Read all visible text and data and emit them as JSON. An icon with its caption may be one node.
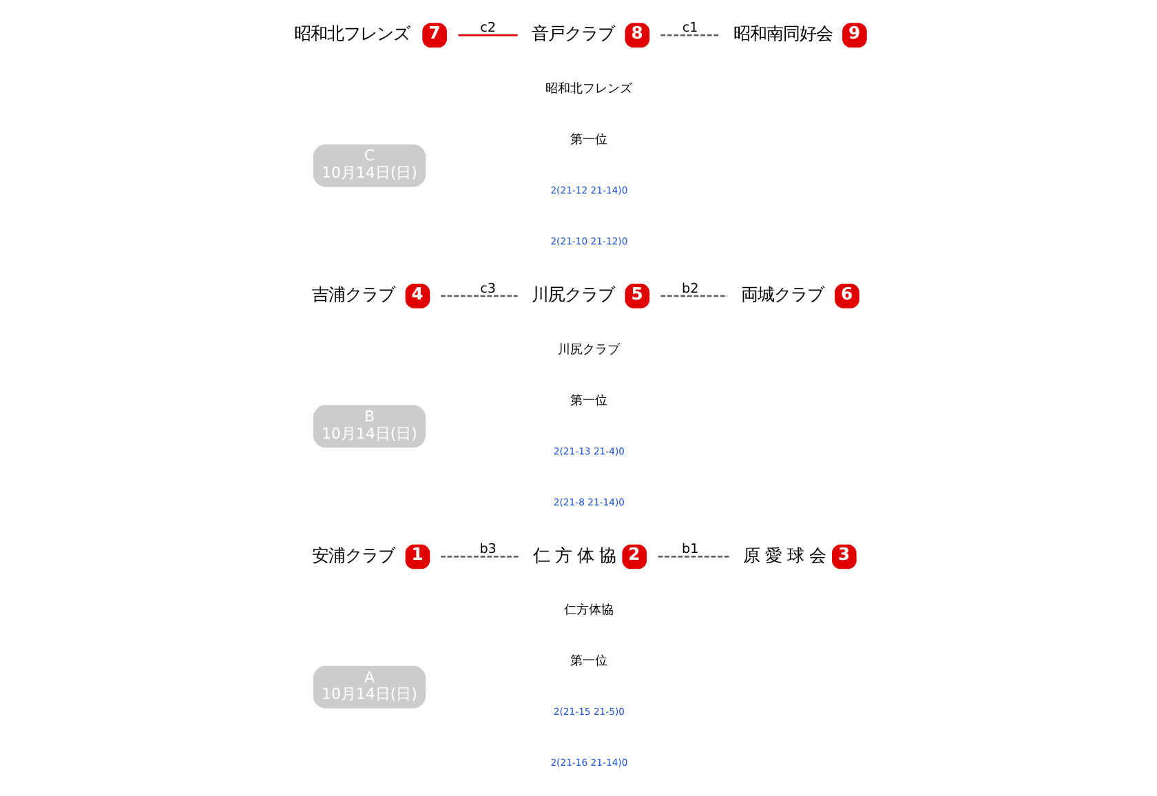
{
  "diagram": {
    "nodes": [
      {
        "text": [
          "A",
          "10月14日(日)"
        ]
      },
      {
        "text": [
          "1"
        ],
        "beside": [
          "安浦クラブ"
        ]
      },
      {
        "text": [
          "2"
        ],
        "beside": [
          "仁 方 体 協"
        ]
      },
      {
        "text": [
          "3"
        ],
        "beside": [
          "原 愛 球 会"
        ]
      },
      {
        "text": [
          "B",
          "10月14日(日)"
        ]
      },
      {
        "text": [
          "4"
        ],
        "beside": [
          "吉浦クラブ"
        ]
      },
      {
        "text": [
          "5"
        ],
        "beside": [
          "川尻クラブ"
        ]
      },
      {
        "text": [
          "6"
        ],
        "beside": [
          "両城クラブ"
        ]
      },
      {
        "text": [
          "C",
          "10月14日(日)"
        ]
      },
      {
        "text": [
          "7"
        ],
        "beside": [
          "昭和北フレンズ"
        ]
      },
      {
        "text": [
          "8"
        ],
        "beside": [
          "音戸クラブ"
        ]
      },
      {
        "text": [
          "9"
        ],
        "beside": [
          "昭和南同好会"
        ]
      }
    ],
    "edges": [
      {
        "from": 2,
        "to": 3,
        "arrow": "none",
        "label": "b1",
        "style": "dashed"
      },
      {
        "from": 1,
        "to": 2,
        "arrow": "none",
        "label": "b3",
        "style": "dashed"
      },
      {
        "from": 6,
        "to": 7,
        "arrow": "none",
        "label": "b2",
        "style": "dashed"
      },
      {
        "from": 5,
        "to": 6,
        "arrow": "none",
        "label": "c3",
        "style": "dashed"
      },
      {
        "from": 10,
        "to": 11,
        "arrow": "none",
        "label": "c1",
        "style": "dashed"
      },
      {
        "from": 9,
        "to": 10,
        "arrow": "none",
        "label": "c2",
        "color": "#e00000"
      }
    ],
    "labels": [
      "仁方体協",
      "第一位",
      "2(21-15 21-5)0",
      "2(21-16 21-14)0",
      "川尻クラブ",
      "第一位",
      "2(21-13 21-4)0",
      "2(21-8 21-14)0",
      "昭和北フレンズ",
      "第一位",
      "2(21-12 21-14)0",
      "2(21-10 21-12)0"
    ]
  }
}
